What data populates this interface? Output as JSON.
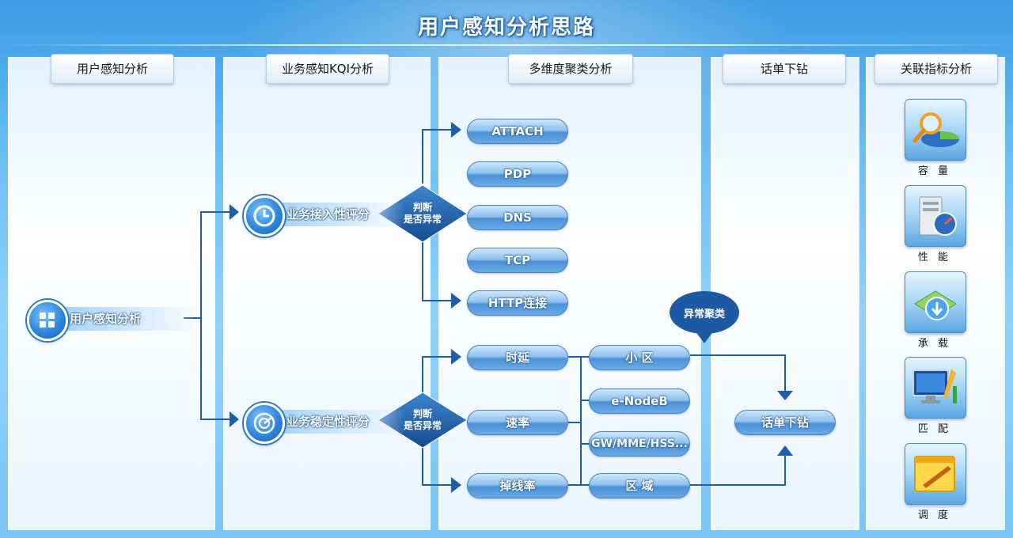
{
  "title": "用户感知分析思路",
  "columns": [
    "用户感知分析",
    "业务感知KQI分析",
    "多维度聚类分析",
    "话单下钻",
    "关联指标分析"
  ],
  "root_node": "用户感知分析",
  "access_node": "业务接入性评分",
  "stability_node": "业务稳定性评分",
  "decision": {
    "line1": "判断",
    "line2": "是否异常"
  },
  "access_items": [
    "ATTACH",
    "PDP",
    "DNS",
    "TCP",
    "HTTP连接"
  ],
  "stability_items": [
    "时延",
    "速率",
    "掉线率"
  ],
  "cluster_items": [
    "小 区",
    "e-NodeB",
    "GW/MME/HSS...",
    "区 域"
  ],
  "anomaly_bubble": "异常聚类",
  "drill_node": "话单下钻",
  "indicators": [
    {
      "label": "容 量",
      "icon": "magnifier-chart-icon"
    },
    {
      "label": "性 能",
      "icon": "server-gauge-icon"
    },
    {
      "label": "承 载",
      "icon": "download-icon"
    },
    {
      "label": "匹 配",
      "icon": "monitor-tools-icon"
    },
    {
      "label": "调 度",
      "icon": "edit-window-icon"
    }
  ],
  "colors": {
    "line": "#1f5ea8",
    "diamond": "#1e5ca8",
    "bubble": "#1d5aa3"
  }
}
